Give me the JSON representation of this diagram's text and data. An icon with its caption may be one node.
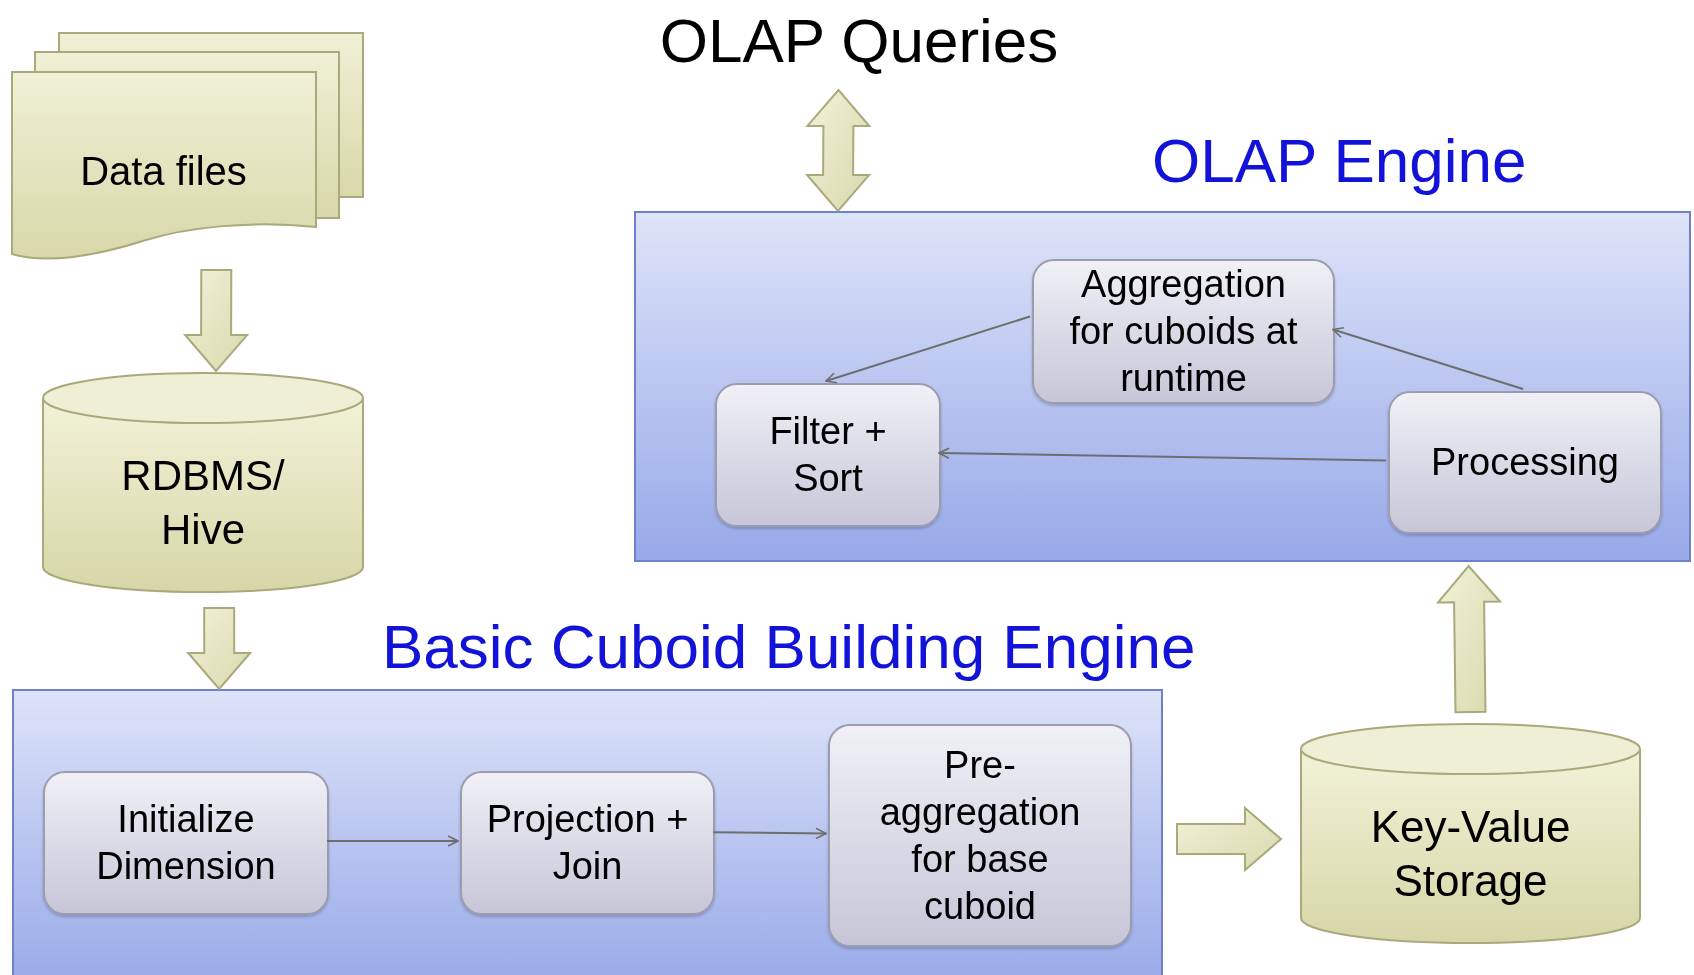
{
  "diagram": {
    "nodes": [
      {
        "text": [
          "OLAP Queries"
        ]
      },
      {
        "text": [
          "OLAP Engine"
        ]
      },
      {
        "text": [
          "Aggregation for cuboids at runtime"
        ],
        "in": 1
      },
      {
        "text": [
          "Filter + Sort"
        ],
        "in": 1
      },
      {
        "text": [
          "Processing"
        ],
        "in": 1
      },
      {
        "text": [
          "Data files"
        ]
      },
      {
        "text": [
          "RDBMS/ Hive"
        ]
      },
      {
        "text": [
          "Basic Cuboid Building Engine"
        ]
      },
      {
        "text": [
          "Initialize Dimension"
        ],
        "in": 7
      },
      {
        "text": [
          "Projection + Join"
        ],
        "in": 7
      },
      {
        "text": [
          "Pre-aggregation for base cuboid"
        ],
        "in": 7
      },
      {
        "text": [
          "Key-Value Storage"
        ]
      }
    ],
    "edges": [
      {
        "from": 0,
        "to": 1,
        "arrow": "both",
        "style": "thick"
      },
      {
        "from": 5,
        "to": 6,
        "arrow": "to",
        "style": "thick"
      },
      {
        "from": 6,
        "to": 7,
        "arrow": "to",
        "style": "thick"
      },
      {
        "from": 2,
        "to": 3,
        "arrow": "to"
      },
      {
        "from": 4,
        "to": 2,
        "arrow": "to"
      },
      {
        "from": 4,
        "to": 3,
        "arrow": "to"
      },
      {
        "from": 8,
        "to": 9,
        "arrow": "to"
      },
      {
        "from": 9,
        "to": 10,
        "arrow": "to"
      },
      {
        "from": 7,
        "to": 11,
        "arrow": "to",
        "style": "thick"
      },
      {
        "from": 11,
        "to": 1,
        "arrow": "to",
        "style": "thick"
      }
    ]
  }
}
